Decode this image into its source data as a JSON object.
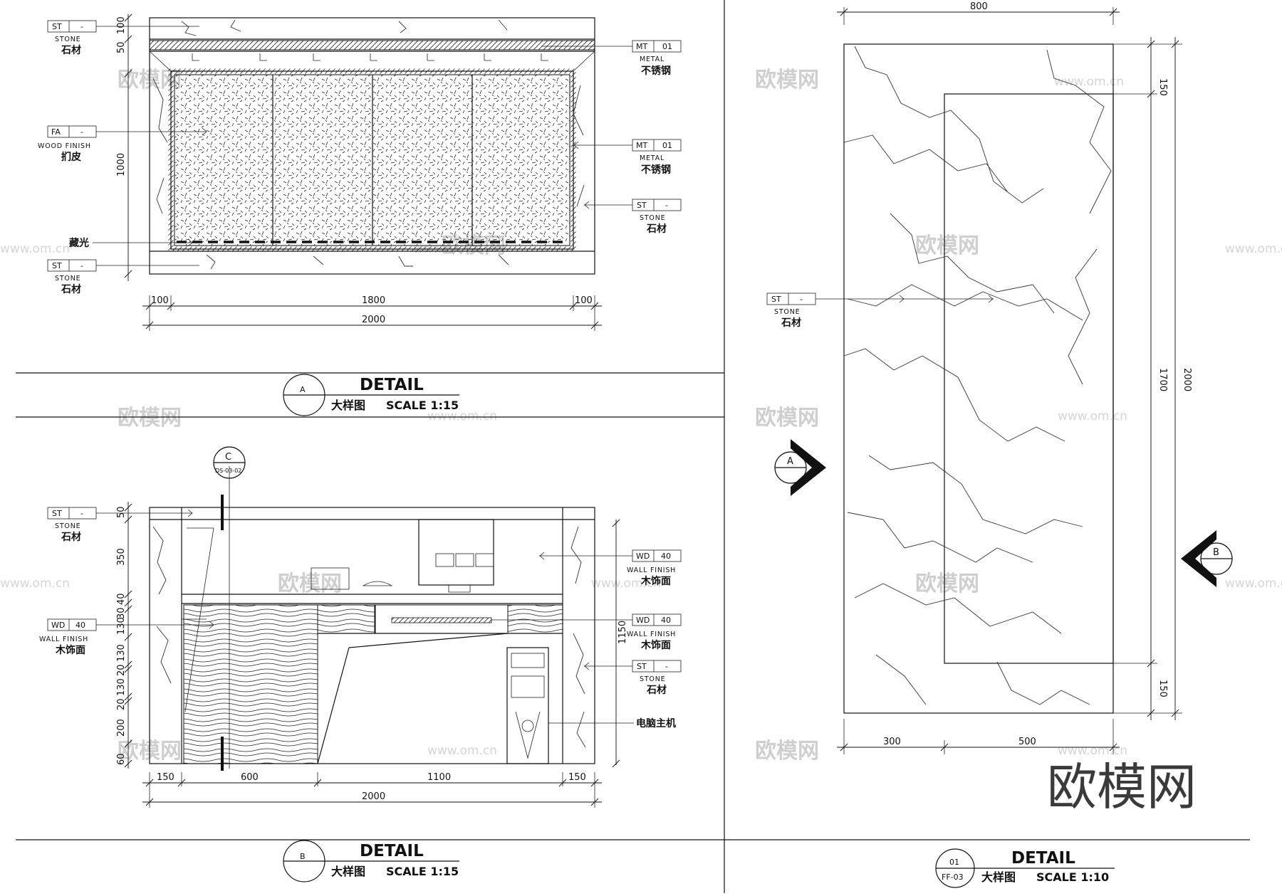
{
  "tags": {
    "stone": {
      "code": "ST",
      "num": "-",
      "en": "STONE",
      "cn": "石材"
    },
    "metal": {
      "code": "MT",
      "num": "01",
      "en": "METAL",
      "cn": "不锈钢"
    },
    "wood_finish": {
      "code": "FA",
      "num": "-",
      "en": "WOOD FINISH",
      "cn": "扪皮"
    },
    "wall_finish": {
      "code": "WD",
      "num": "40",
      "en": "WALL FINISH",
      "cn": "木饰面"
    }
  },
  "notes": {
    "hidden_light": "藏光",
    "pc_host": "电脑主机"
  },
  "detail_a": {
    "bubble": "A",
    "title": "DETAIL",
    "subtitle_cn": "大样图",
    "scale": "SCALE  1:15",
    "dims": {
      "top1": "50",
      "top2": "100",
      "height": "1000",
      "left": "100",
      "mid": "1800",
      "right": "100",
      "total": "2000"
    }
  },
  "detail_b": {
    "bubble": "B",
    "title": "DETAIL",
    "subtitle_cn": "大样图",
    "scale": "SCALE  1:15",
    "section_mark": "C",
    "section_ref": "DS-03-02",
    "dims": {
      "left_stack": [
        "50",
        "350",
        "40",
        "30",
        "130",
        "130",
        "20",
        "130",
        "20",
        "200",
        "60"
      ],
      "right": "1150",
      "bottom": [
        "150",
        "600",
        "1100",
        "150"
      ],
      "total": "2000"
    }
  },
  "detail_01": {
    "bubble_top": "01",
    "bubble_bottom": "FF-03",
    "title": "DETAIL",
    "subtitle_cn": "大样图",
    "scale": "SCALE  1:10",
    "section_a": "A",
    "section_b": "B",
    "dims": {
      "top": "800",
      "r150a": "150",
      "r1700": "1700",
      "r150b": "150",
      "total": "2000",
      "bottom_left": "300",
      "bottom_right": "500"
    }
  },
  "watermarks": {
    "cn": "欧模网",
    "url": "www.om.cn",
    "big": "欧模网"
  }
}
